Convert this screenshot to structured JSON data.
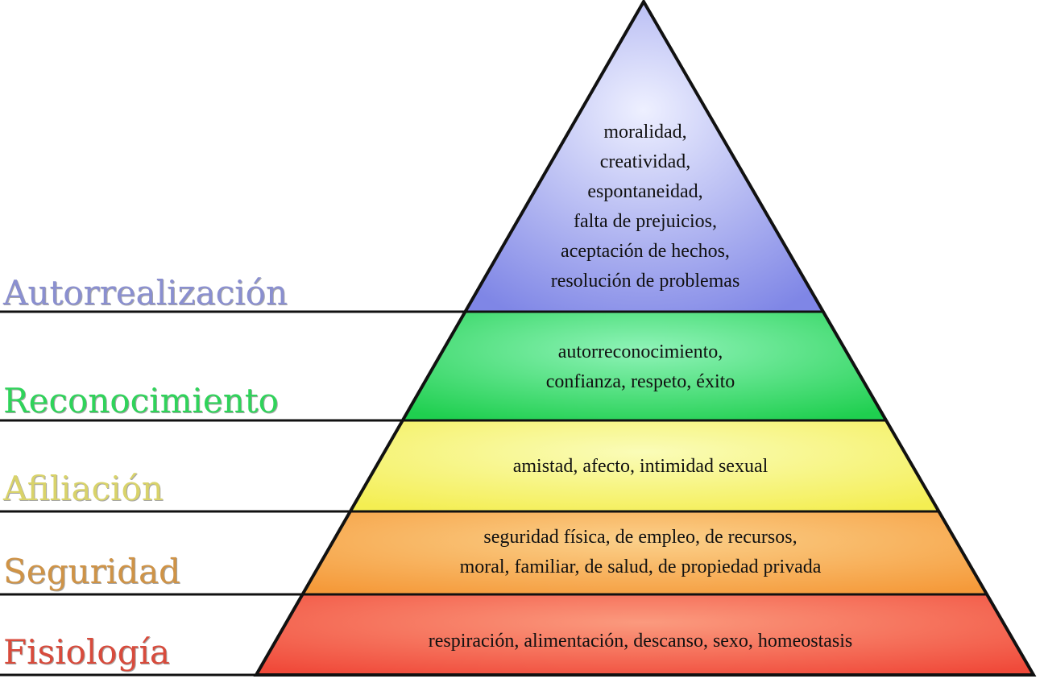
{
  "levels": [
    {
      "id": "autorrealizacion",
      "label": "Autorrealización",
      "label_color": "#8a8fd0",
      "fill_light": "#eef0ff",
      "fill_dark": "#7f86e6",
      "lines": [
        "moralidad,",
        "creatividad,",
        "espontaneidad,",
        "falta de prejuicios,",
        "aceptación de hechos,",
        "resolución de problemas"
      ]
    },
    {
      "id": "reconocimiento",
      "label": "Reconocimiento",
      "label_color": "#2fd35a",
      "fill_light": "#8ff3b8",
      "fill_dark": "#1fcf4f",
      "lines": [
        "autorreconocimiento,",
        "confianza, respeto, éxito"
      ]
    },
    {
      "id": "afiliacion",
      "label": "Afiliación",
      "label_color": "#d9d36a",
      "fill_light": "#fafcb8",
      "fill_dark": "#f4ee52",
      "lines": [
        "amistad, afecto, intimidad sexual"
      ]
    },
    {
      "id": "seguridad",
      "label": "Seguridad",
      "label_color": "#cf9346",
      "fill_light": "#fbd08a",
      "fill_dark": "#f59a3a",
      "lines": [
        "seguridad física, de empleo, de recursos,",
        "moral, familiar, de salud, de propiedad privada"
      ]
    },
    {
      "id": "fisiologia",
      "label": "Fisiología",
      "label_color": "#d84b3c",
      "fill_light": "#fb9a7e",
      "fill_dark": "#f04a3a",
      "lines": [
        "respiración, alimentación, descanso, sexo, homeostasis"
      ]
    }
  ]
}
